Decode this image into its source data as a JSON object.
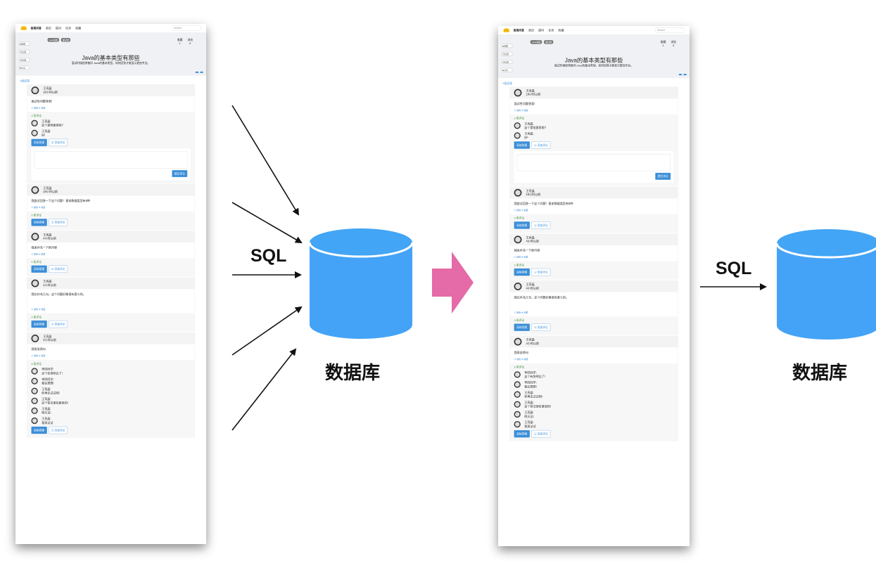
{
  "diagram": {
    "sql_label": "SQL",
    "database_label": "数据库",
    "colors": {
      "cylinder": "#44a3f7",
      "cylinder_top": "#42a5f5",
      "transition_arrow": "#e46aa8",
      "arrow": "#111111"
    }
  },
  "screenshot": {
    "nav": {
      "brand": "极客问答",
      "links": [
        "首页",
        "提问",
        "任务",
        "收藏"
      ],
      "search_placeholder": "Search"
    },
    "sidebar": [
      "■收藏",
      "评论框",
      "评论框",
      "■分享"
    ],
    "tags": [
      "Java基础",
      "面试题"
    ],
    "stats": [
      {
        "label": "收藏",
        "value": "1"
      },
      {
        "label": "浏览",
        "value": "0"
      }
    ],
    "title": "Java的基本类型有那些",
    "subtitle": "面试时候经常被问 Java的基本类型。如何回答才能显示更加专业。",
    "answer_count": "5条回答",
    "answers": [
      {
        "name": "王亮晶",
        "time": "18小时以前",
        "body": "面试性问题答案!",
        "comment_count": "2 条评论",
        "comments": [
          {
            "name": "王亮晶:",
            "text": "这个是啥意思呢?"
          },
          {
            "name": "王亮晶:",
            "text": "好!"
          }
        ]
      },
      {
        "name": "王亮晶",
        "time": "18小时以前",
        "body": "我尝试回答一下这个问题！基本数据类型有8种",
        "comment_count": "0 条评论",
        "comments": []
      },
      {
        "name": "王亮晶",
        "time": "4小时以前",
        "body": "我来补充一下新内容",
        "comment_count": "0 条评论",
        "comments": []
      },
      {
        "name": "王亮晶",
        "time": "4小时以前",
        "body": "我在补充几句，这个问题好像很有意义的。",
        "comment_count": "0 条评论",
        "comments": []
      },
      {
        "name": "王亮晶",
        "time": "4小时以前",
        "body": "我再说两句",
        "comment_count": "6 条评论",
        "comments": [
          {
            "name": "李四同学:",
            "text": "这个有答明白了!"
          },
          {
            "name": "李四同学:",
            "text": "我在想想!"
          },
          {
            "name": "王亮晶:",
            "text": "你再去试试吧!"
          },
          {
            "name": "王亮晶:",
            "text": "这个答法很有意思的!"
          },
          {
            "name": "王亮晶:",
            "text": "明天见!"
          },
          {
            "name": "王亮晶:",
            "text": "我再试试"
          }
        ]
      }
    ],
    "edit_label": "☑ 编辑 ★ 收藏",
    "comment_edit_label": "☑ 编辑 ✖ 删除",
    "adopt_button": "采纳答案",
    "add_comment_button": "☑ 添加评论",
    "submit_button": "提交评论"
  }
}
